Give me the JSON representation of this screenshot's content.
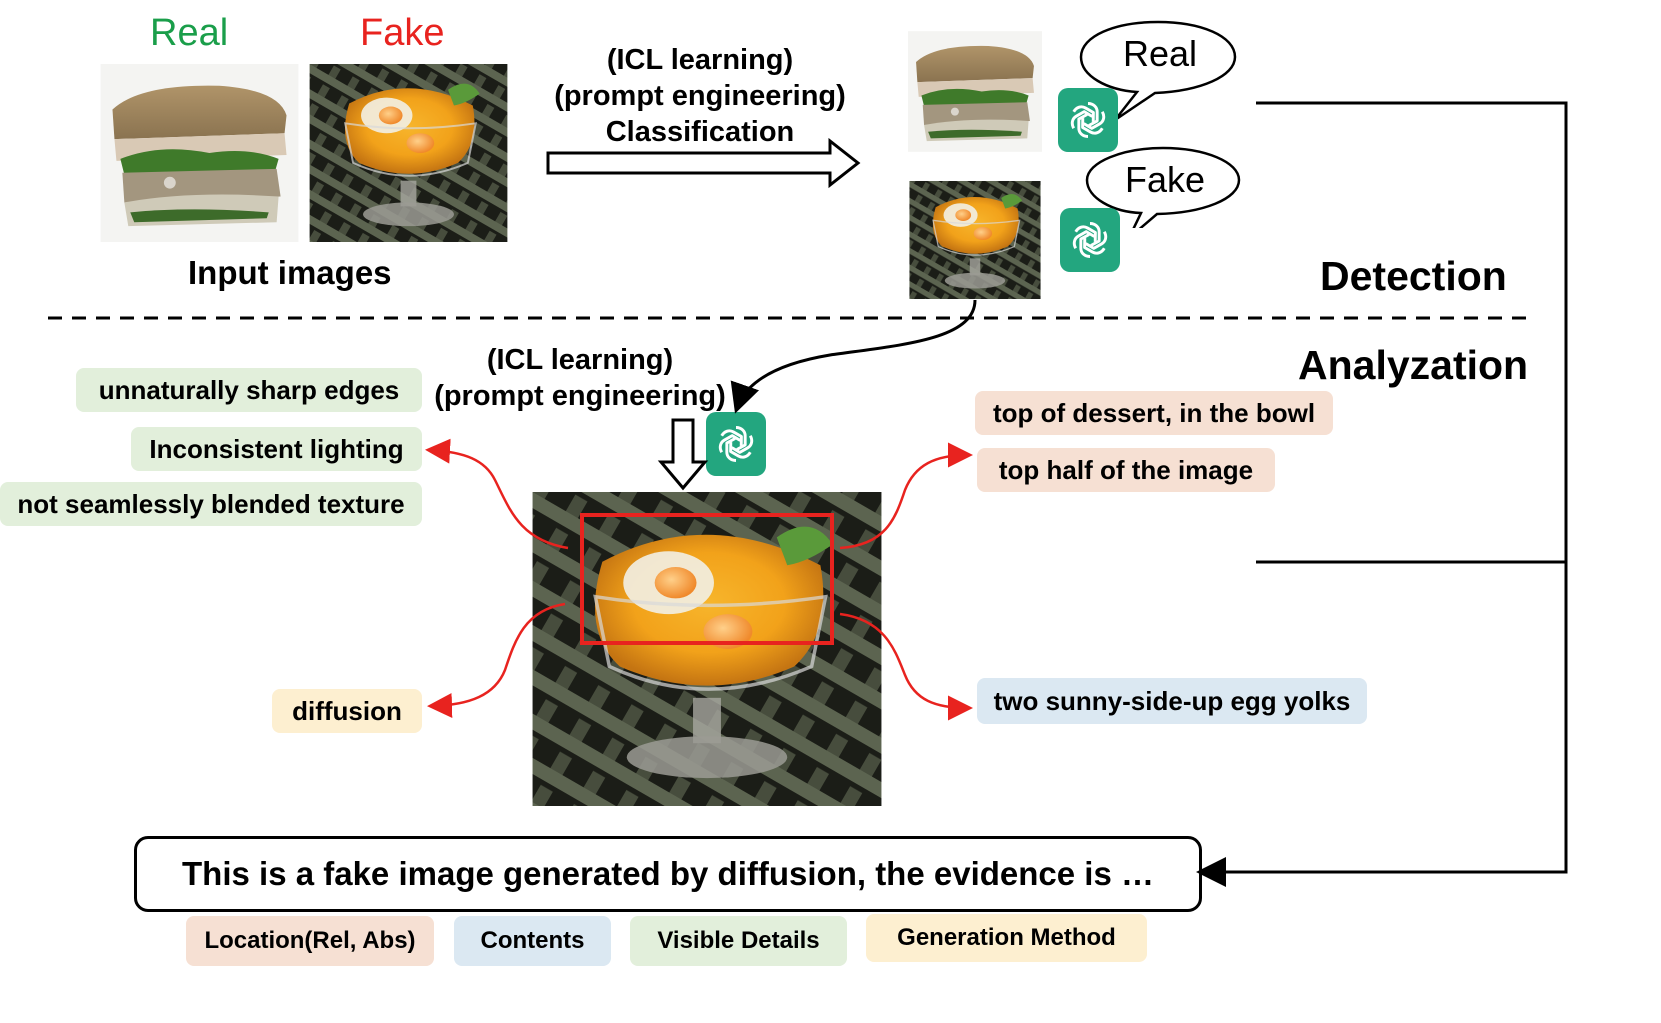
{
  "input": {
    "real_label": "Real",
    "fake_label": "Fake",
    "caption": "Input images"
  },
  "detection": {
    "method_lines": [
      "(ICL learning)",
      "(prompt engineering)",
      "Classification"
    ],
    "real_bubble": "Real",
    "fake_bubble": "Fake",
    "title": "Detection"
  },
  "analyzation": {
    "title": "Analyzation",
    "method_lines": [
      "(ICL learning)",
      "(prompt engineering)"
    ],
    "left_tags": [
      "unnaturally sharp edges",
      "Inconsistent lighting",
      "not seamlessly blended texture"
    ],
    "method_tag": "diffusion",
    "location_tags": [
      "top of dessert, in the bowl",
      "top half of the image"
    ],
    "content_tag": "two sunny-side-up egg yolks"
  },
  "conclusion": {
    "text": "This is a fake image generated by diffusion, the evidence is …"
  },
  "legend": [
    "Location(Rel, Abs)",
    "Contents",
    "Visible Details",
    "Generation Method"
  ],
  "colors": {
    "real": "#1a9e4a",
    "fake": "#e8231f",
    "chatgpt": "#23a67f",
    "arrow_red": "#e8231f",
    "visible_details": "#e2efdb",
    "location": "#f6e0d3",
    "contents": "#dbe8f2",
    "generation_method": "#fdefd0"
  },
  "icons": [
    "chatgpt-logo-icon",
    "sandwich-photo",
    "egg-dessert-photo"
  ]
}
